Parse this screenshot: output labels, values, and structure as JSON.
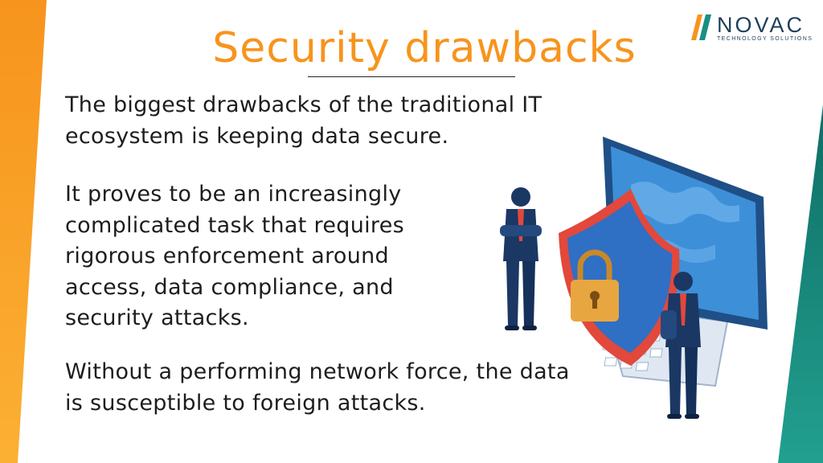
{
  "slide": {
    "title": "Security drawbacks",
    "paragraphs": [
      "The biggest drawbacks of the traditional IT ecosystem is keeping data secure.",
      "It proves to be an increasingly complicated task that requires rigorous enforcement around access, data compliance, and security attacks.",
      "Without a performing network force, the data is susceptible to foreign attacks."
    ]
  },
  "logo": {
    "name": "NOVAC",
    "tagline": "TECHNOLOGY SOLUTIONS"
  },
  "colors": {
    "title": "#f7941d",
    "left_band": "#fbb034",
    "right_band": "#1a8f83",
    "shield_blue": "#2f6fc4",
    "shield_red": "#e2483b",
    "lock_gold": "#e8a640",
    "monitor_screen": "#3d8fd8"
  }
}
